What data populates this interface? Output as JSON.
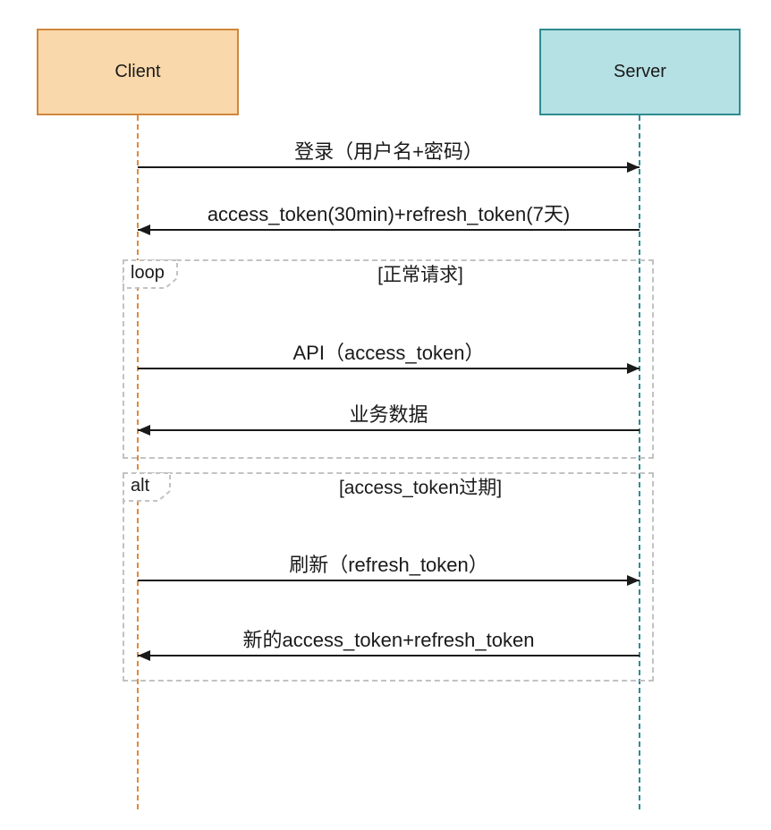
{
  "participants": [
    {
      "label": "Client"
    },
    {
      "label": "Server"
    }
  ],
  "messages": [
    {
      "label": "登录（用户名+密码）",
      "from": "Client",
      "to": "Server",
      "direction": "right"
    },
    {
      "label": "access_token(30min)+refresh_token(7天)",
      "from": "Server",
      "to": "Client",
      "direction": "left"
    },
    {
      "label": "API（access_token）",
      "from": "Client",
      "to": "Server",
      "direction": "right"
    },
    {
      "label": "业务数据",
      "from": "Server",
      "to": "Client",
      "direction": "left"
    },
    {
      "label": "刷新（refresh_token）",
      "from": "Client",
      "to": "Server",
      "direction": "right"
    },
    {
      "label": "新的access_token+refresh_token",
      "from": "Server",
      "to": "Client",
      "direction": "left"
    }
  ],
  "frames": [
    {
      "operator": "loop",
      "condition": "[正常请求]"
    },
    {
      "operator": "alt",
      "condition": "[access_token过期]"
    }
  ],
  "colors": {
    "client_fill": "#f9d8ab",
    "client_border": "#d0863c",
    "server_fill": "#b6e1e4",
    "server_border": "#2e8b90",
    "client_lifeline": "#dd8a3c",
    "server_lifeline": "#2a8d96",
    "frame_border": "#c2c2c2",
    "arrow": "#1a1a1a"
  }
}
